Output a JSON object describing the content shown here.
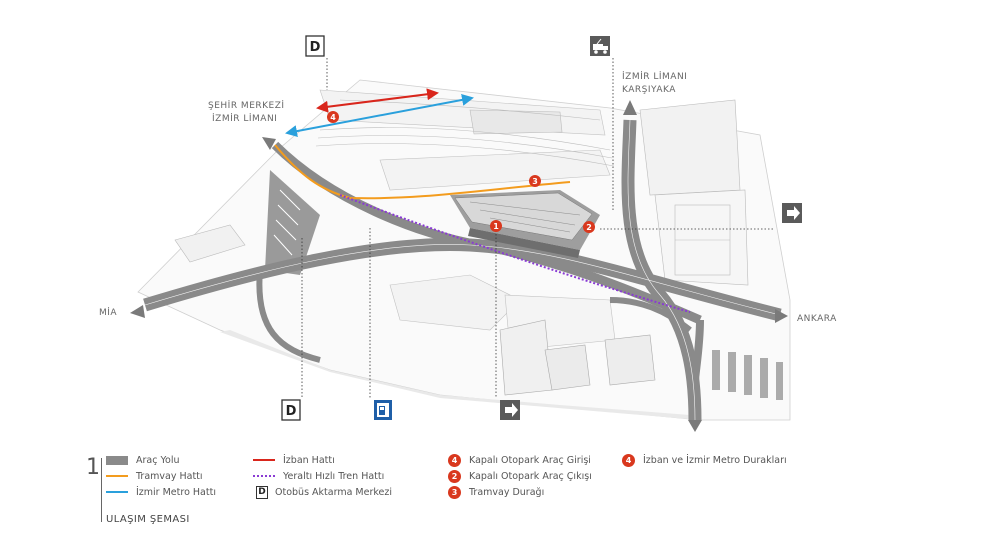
{
  "labels": {
    "sehir_merkezi_1": "ŞEHİR MERKEZİ",
    "sehir_merkezi_2": "İZMİR LİMANI",
    "izmir_limani_1": "İZMİR LİMANI",
    "izmir_limani_2": "KARŞIYAKA",
    "mia": "MİA",
    "ankara": "ANKARA"
  },
  "icons": {
    "d_letter": "D",
    "bus_terminal_icon": "bus-terminal-icon",
    "tow_truck_icon": "tow-truck-icon",
    "exit_arrow_icon": "arrow-right-icon",
    "fuel_icon": "fuel-station-icon"
  },
  "markers": {
    "m1": "1",
    "m2": "2",
    "m3": "3",
    "m4": "4"
  },
  "colors": {
    "road": "#8a8a8a",
    "tram": "#f39c1e",
    "metro": "#2aa0dc",
    "izban": "#d9261c",
    "underground": "#8a3bd4",
    "marker": "#d9381e",
    "fuel": "#1f5fa8"
  },
  "legend": {
    "col1": [
      {
        "label": "Araç Yolu"
      },
      {
        "label": "Tramvay Hattı"
      },
      {
        "label": "İzmir Metro Hattı"
      }
    ],
    "col2": [
      {
        "label": "İzban Hattı"
      },
      {
        "label": "Yeraltı Hızlı Tren Hattı"
      },
      {
        "label": "Otobüs Aktarma Merkezi",
        "symbol": "D"
      }
    ],
    "col3": [
      {
        "num": "4",
        "label": "Kapalı Otopark Araç Girişi"
      },
      {
        "num": "2",
        "label": "Kapalı Otopark Araç Çıkışı"
      },
      {
        "num": "3",
        "label": "Tramvay Durağı"
      }
    ],
    "col4": [
      {
        "num": "4",
        "label": "İzban ve İzmir Metro Durakları"
      }
    ]
  },
  "sheet": {
    "number": "1",
    "title": "ULAŞIM ŞEMASI"
  }
}
